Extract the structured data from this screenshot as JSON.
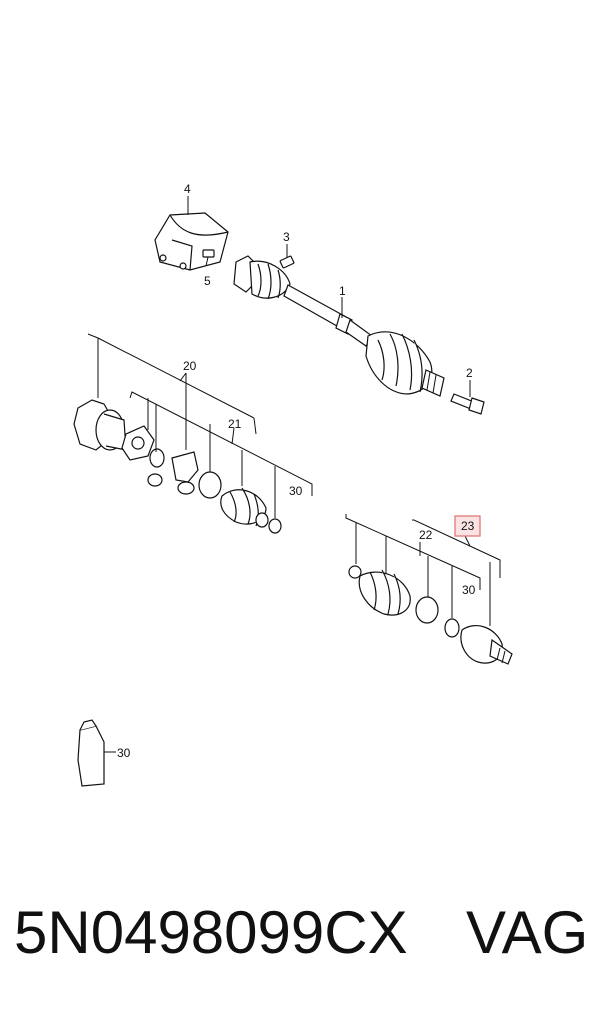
{
  "callouts": {
    "c1": "1",
    "c2": "2",
    "c3": "3",
    "c4": "4",
    "c5": "5",
    "c20": "20",
    "c21": "21",
    "c22": "22",
    "c23": "23",
    "c30a": "30",
    "c30b": "30",
    "c30c": "30"
  },
  "highlight": {
    "callout": "23",
    "color": "#e07a7a",
    "fill": "#fbe3e3"
  },
  "footer": {
    "part_number": "5N0498099CX",
    "brand": "VAG"
  }
}
